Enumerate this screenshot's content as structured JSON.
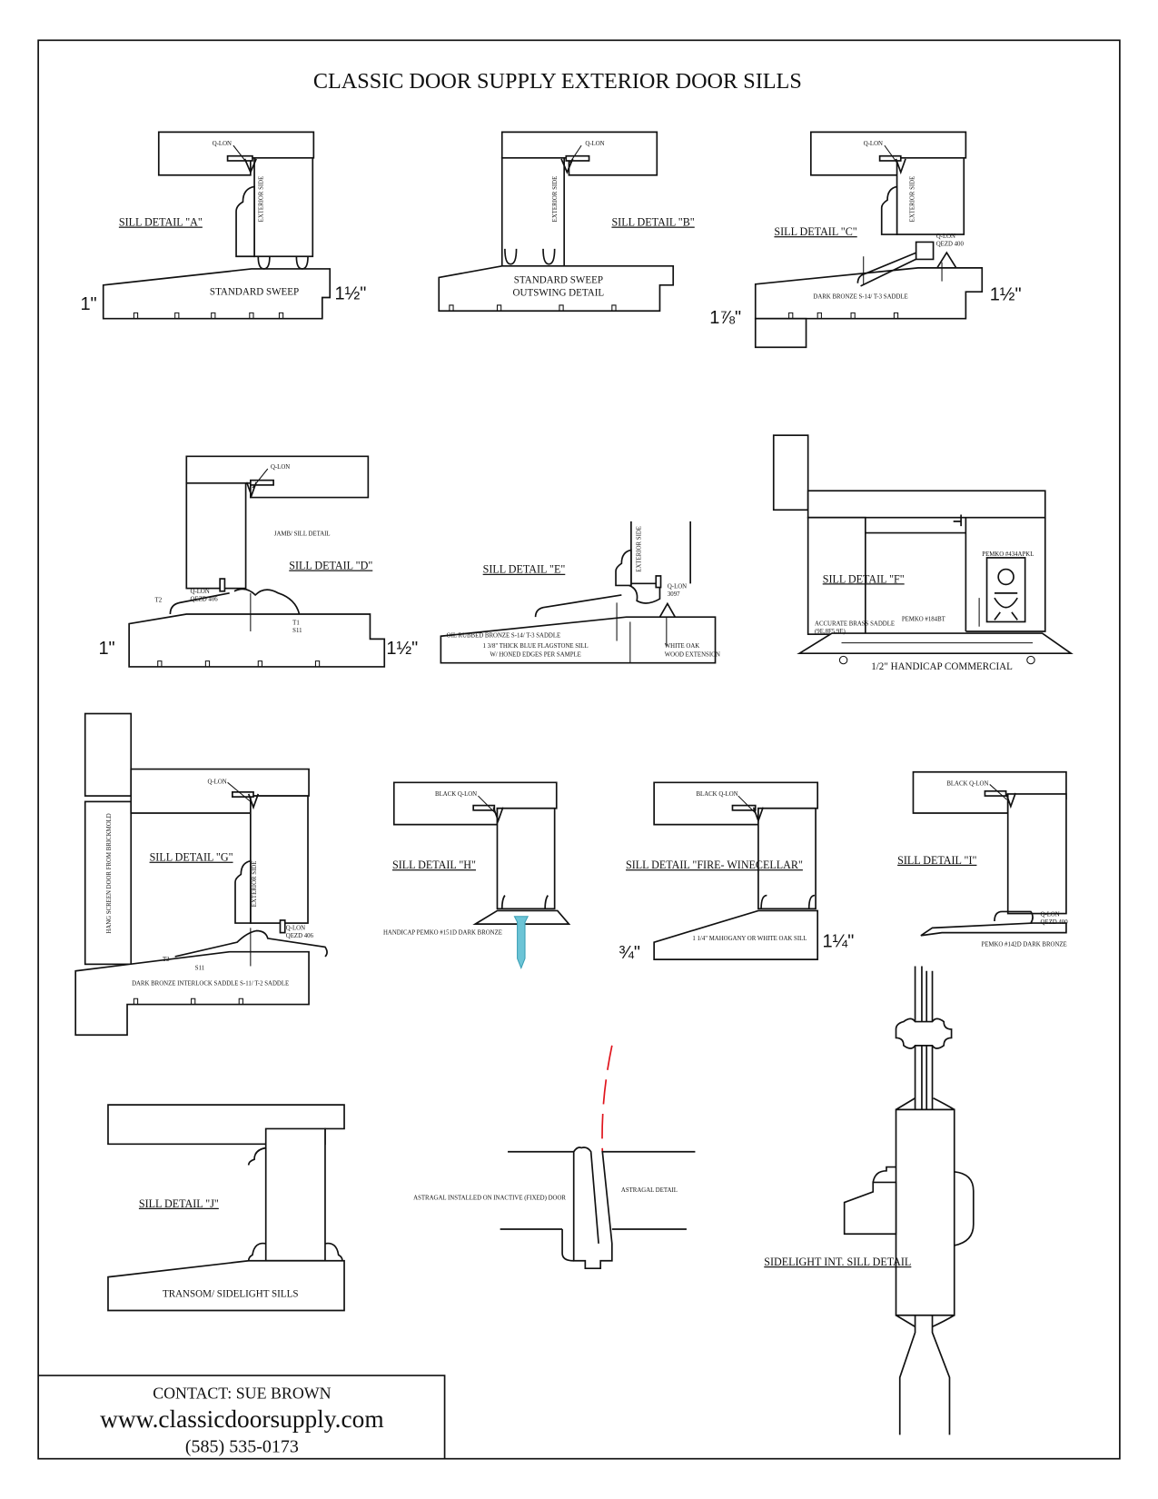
{
  "title": "CLASSIC DOOR SUPPLY EXTERIOR DOOR SILLS",
  "details": {
    "a": {
      "label": "SILL DETAIL \"A\"",
      "qlon": "Q-LON",
      "exterior": "EXTERIOR SIDE",
      "sweep": "STANDARD SWEEP",
      "dim_left": "1\"",
      "dim_right": "1½\""
    },
    "b": {
      "label": "SILL DETAIL \"B\"",
      "qlon": "Q-LON",
      "exterior": "EXTERIOR SIDE",
      "sweep_1": "STANDARD SWEEP",
      "sweep_2": "OUTSWING DETAIL"
    },
    "c": {
      "label": "SILL DETAIL \"C\"",
      "qlon": "Q-LON",
      "exterior": "EXTERIOR SIDE",
      "qlon2": "Q-LON",
      "qezd": "QEZD 400",
      "saddle": "DARK BRONZE  S-14/ T-3 SADDLE",
      "dim_left": "1⅞\"",
      "dim_right": "1½\""
    },
    "d": {
      "label": "SILL DETAIL \"D\"",
      "qlon": "Q-LON",
      "jamb": "JAMB/ SILL DETAIL",
      "qlon2": "Q-LON",
      "qezd": "QEZD 406",
      "t2": "T2",
      "t1": "T1",
      "s11": "S11",
      "dim_left": "1\"",
      "dim_right": "1½\""
    },
    "e": {
      "label": "SILL DETAIL \"E\"",
      "exterior": "EXTERIOR SIDE",
      "qlon": "Q-LON",
      "qlon_code": "3097",
      "saddle": "OIL RUBBED BRONZE S-14/ T-3 SADDLE",
      "flag_1": "1 3/8\" THICK BLUE FLAGSTONE SILL",
      "flag_2": "W/ HONED EDGES PER SAMPLE",
      "oak_1": "WHITE OAK",
      "oak_2": "WOOD EXTENSION"
    },
    "f": {
      "label": "SILL DETAIL \"F\"",
      "pemko_a": "PEMKO #434APKL",
      "brass_1": "ACCURATE BRASS SADDLE",
      "brass_2": "(9E,8F5,9E)",
      "pemko_b": "PEMKO #184BT",
      "caption": "1/2\" HANDICAP COMMERCIAL"
    },
    "g": {
      "label": "SILL DETAIL \"G\"",
      "screen": "HANG SCREEN DOOR FROM BRICKMOLD",
      "qlon": "Q-LON",
      "exterior": "EXTERIOR SIDE",
      "qlon2": "Q-LON",
      "qezd": "QEZD 406",
      "t2": "T2",
      "s11": "S11",
      "saddle": "DARK BRONZE INTERLOCK SADDLE  S-11/ T-2 SADDLE"
    },
    "h": {
      "label": "SILL DETAIL \"H\"",
      "qlon": "BLACK Q-LON",
      "pemko": "HANDICAP PEMKO #151D DARK BRONZE"
    },
    "fire": {
      "label": "SILL DETAIL \"FIRE- WINECELLAR\"",
      "qlon": "BLACK Q-LON",
      "sill": "1 1/4\" MAHOGANY OR WHITE OAK SILL",
      "dim_left": "¾\"",
      "dim_right": "1¼\""
    },
    "i": {
      "label": "SILL DETAIL \"I\"",
      "qlon": "BLACK Q-LON",
      "qlon2": "Q-LON",
      "qezd": "QEZD 400",
      "pemko": "PEMKO #142D DARK BRONZE"
    },
    "j": {
      "label": "SILL DETAIL \"J\"",
      "caption": "TRANSOM/ SIDELIGHT SILLS"
    },
    "astragal": {
      "installed": "ASTRAGAL INSTALLED ON INACTIVE (FIXED) DOOR",
      "detail": "ASTRAGAL DETAIL"
    },
    "sidelight": {
      "label": "SIDELIGHT INT. SILL DETAIL"
    }
  },
  "contact": {
    "name": "CONTACT: SUE BROWN",
    "website": "www.classicdoorsupply.com",
    "phone": "(585) 535-0173"
  },
  "colors": {
    "screw": "#6cc4d6",
    "swing_arc": "#e0141c"
  }
}
